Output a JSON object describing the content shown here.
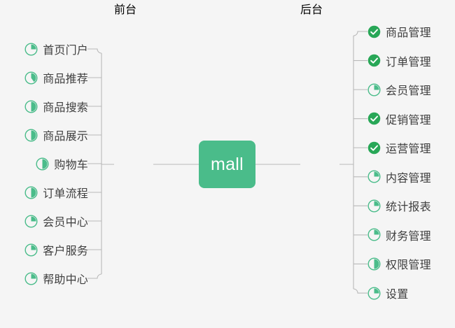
{
  "diagram": {
    "type": "mindmap",
    "background_color": "#f5f5f5",
    "accent_color": "#4ABC8A",
    "root": {
      "label": "mall"
    },
    "branches": [
      {
        "id": "frontend",
        "label": "前台",
        "side": "left",
        "items": [
          {
            "label": "首页门户",
            "icon": "pie-progress-icon",
            "progress": 25
          },
          {
            "label": "商品推荐",
            "icon": "pie-progress-icon",
            "progress": 40
          },
          {
            "label": "商品搜索",
            "icon": "pie-progress-icon",
            "progress": 50
          },
          {
            "label": "商品展示",
            "icon": "pie-progress-icon",
            "progress": 50
          },
          {
            "label": "购物车",
            "icon": "pie-progress-icon",
            "progress": 50
          },
          {
            "label": "订单流程",
            "icon": "pie-progress-icon",
            "progress": 50
          },
          {
            "label": "会员中心",
            "icon": "pie-progress-icon",
            "progress": 25
          },
          {
            "label": "客户服务",
            "icon": "pie-progress-icon",
            "progress": 25
          },
          {
            "label": "帮助中心",
            "icon": "pie-progress-icon",
            "progress": 25
          }
        ]
      },
      {
        "id": "backend",
        "label": "后台",
        "side": "right",
        "items": [
          {
            "label": "商品管理",
            "icon": "check-circle-icon",
            "progress": 100
          },
          {
            "label": "订单管理",
            "icon": "check-circle-icon",
            "progress": 100
          },
          {
            "label": "会员管理",
            "icon": "pie-progress-icon",
            "progress": 25
          },
          {
            "label": "促销管理",
            "icon": "check-circle-icon",
            "progress": 100
          },
          {
            "label": "运营管理",
            "icon": "check-circle-icon",
            "progress": 100
          },
          {
            "label": "内容管理",
            "icon": "pie-progress-icon",
            "progress": 25
          },
          {
            "label": "统计报表",
            "icon": "pie-progress-icon",
            "progress": 25
          },
          {
            "label": "财务管理",
            "icon": "pie-progress-icon",
            "progress": 25
          },
          {
            "label": "权限管理",
            "icon": "pie-progress-icon",
            "progress": 50
          },
          {
            "label": "设置",
            "icon": "pie-progress-icon",
            "progress": 25
          }
        ]
      }
    ]
  }
}
